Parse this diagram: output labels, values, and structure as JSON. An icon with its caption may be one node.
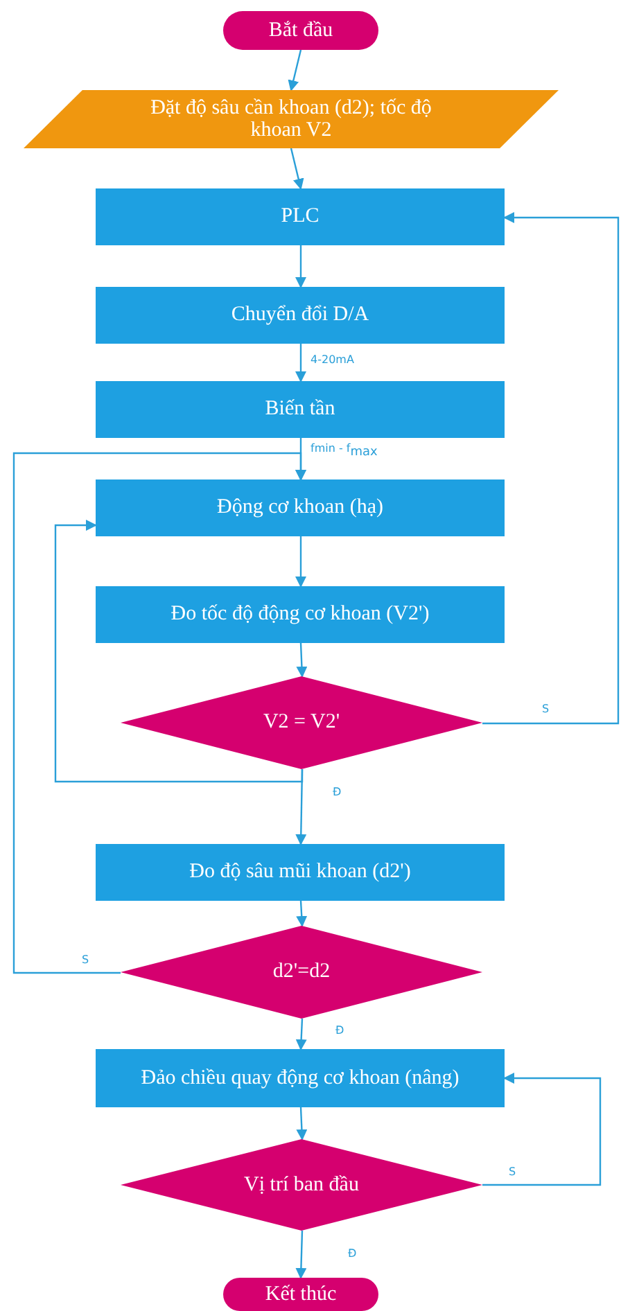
{
  "diagram": {
    "nodes": [
      {
        "text": [
          "Bắt đầu"
        ]
      },
      {
        "text": [
          "Đặt độ sâu cần khoan (d2); tốc độ khoan V2"
        ]
      },
      {
        "text": [
          "PLC"
        ]
      },
      {
        "text": [
          "Chuyển đổi D/A"
        ]
      },
      {
        "text": [
          "Biến tần"
        ]
      },
      {
        "text": [
          "Động cơ khoan (hạ)"
        ]
      },
      {
        "text": [
          "Đo tốc độ động cơ  khoan (V2')"
        ]
      },
      {
        "text": [
          "V2 = V2'"
        ]
      },
      {
        "text": [
          "Đo  độ sâu mũi khoan (d2')"
        ]
      },
      {
        "text": [
          "d2'=d2"
        ]
      },
      {
        "text": [
          "Đảo chiều quay động cơ khoan (nâng)"
        ]
      },
      {
        "text": [
          "Vị trí ban đầu"
        ]
      },
      {
        "text": [
          "Kết thúc"
        ]
      }
    ],
    "edges": [
      {
        "from": 0,
        "to": 1,
        "arrow": "to"
      },
      {
        "from": 1,
        "to": 2,
        "arrow": "to"
      },
      {
        "from": 2,
        "to": 3,
        "arrow": "to"
      },
      {
        "from": 3,
        "to": 4,
        "arrow": "to",
        "label": "4-20mA"
      },
      {
        "from": 4,
        "to": 5,
        "arrow": "to",
        "label": "fmin - f$_{max}$"
      },
      {
        "from": 5,
        "to": 6,
        "arrow": "to"
      },
      {
        "from": 6,
        "to": 7,
        "arrow": "to"
      },
      {
        "from": 7,
        "to": 8,
        "arrow": "to",
        "label": "Đ"
      },
      {
        "from": 7,
        "to": 5,
        "arrow": "to"
      },
      {
        "from": 7,
        "to": 2,
        "arrow": "to",
        "label": "S"
      },
      {
        "from": 8,
        "to": 9,
        "arrow": "to"
      },
      {
        "from": 9,
        "to": 5,
        "arrow": "to",
        "label": "S"
      },
      {
        "from": 9,
        "to": 10,
        "arrow": "to",
        "label": "Đ"
      },
      {
        "from": 10,
        "to": 11,
        "arrow": "to"
      },
      {
        "from": 11,
        "to": 10,
        "arrow": "to",
        "label": "S"
      },
      {
        "from": 11,
        "to": 12,
        "arrow": "to",
        "label": "Đ"
      }
    ]
  }
}
